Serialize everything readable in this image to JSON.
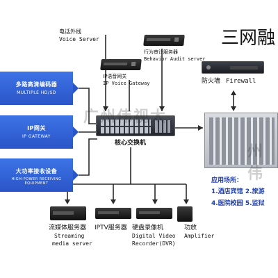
{
  "title": "三网融",
  "voice_server": {
    "cn": "电话外线",
    "en": "Voice Server"
  },
  "behavior_audit": {
    "cn": "行为审计服务器",
    "en": "Behavior Audit server"
  },
  "ip_voice_gateway": {
    "cn": "IP语音网关",
    "en": "IP Voice Gateway"
  },
  "firewall": {
    "cn": "防火墙",
    "en": "Firewall"
  },
  "core_switch": {
    "cn": "核心交换机"
  },
  "blue_boxes": [
    {
      "cn": "多路高清编码器",
      "en": "MULTIPLE HD/SD"
    },
    {
      "cn": "IP网关",
      "en": "IP GATEWAY"
    },
    {
      "cn": "大功率接收设备",
      "en": "HIGH-POWER RECEIVING EQUIPMENT"
    }
  ],
  "bottom_devices": [
    {
      "cn": "流媒体服务器",
      "en1": "Streaming",
      "en2": "media server"
    },
    {
      "cn": "IPTV服务器",
      "en1": "",
      "en2": ""
    },
    {
      "cn": "硬盘录像机",
      "en1": "Digital Video",
      "en2": "Recorder(DVR)"
    },
    {
      "cn": "功放",
      "en1": "Amplifier",
      "en2": ""
    }
  ],
  "applications": {
    "heading": "应用场所：",
    "lines": [
      "1.酒店宾馆 2.旅游",
      "4.医院校园 5.监狱"
    ]
  },
  "watermark": "广州伟视太",
  "watermark_right": "州伟",
  "colors": {
    "blue": "#2f5fd8",
    "arrow": "#2a55c8",
    "line": "#2a2a2a",
    "app_text": "#2040b0"
  }
}
